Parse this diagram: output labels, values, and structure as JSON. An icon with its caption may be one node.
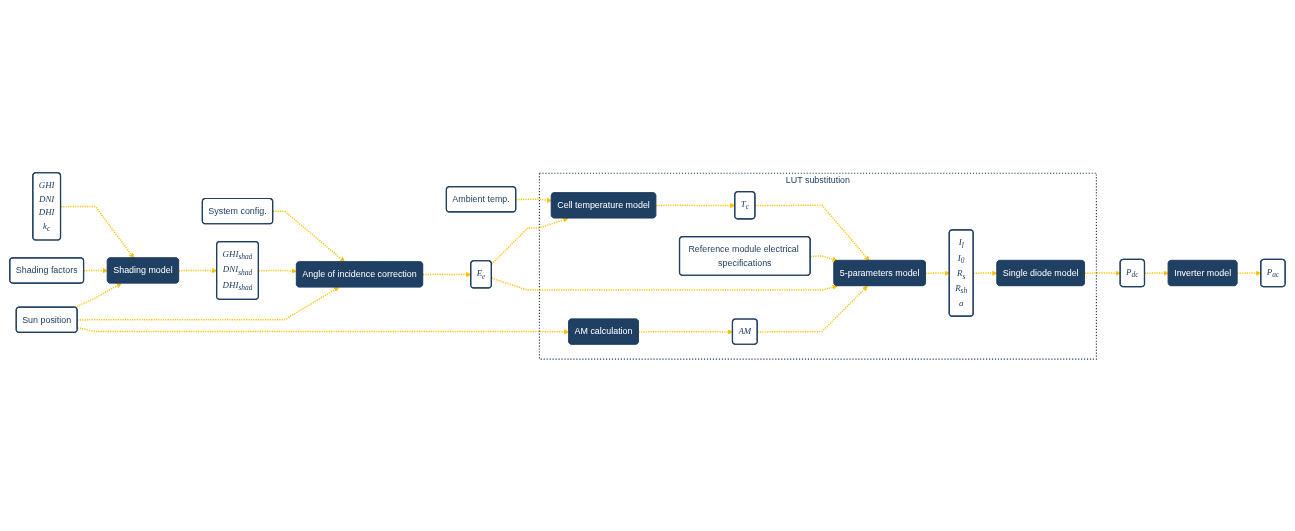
{
  "diagram": {
    "nodes": [
      {
        "text": [
          "Ambient temp."
        ]
      },
      {
        "text": [
          "System config."
        ]
      },
      {
        "text": [
          "GHI",
          "DNI",
          "DHI",
          "k$_{c}$"
        ]
      },
      {
        "text": [
          "Shading factors"
        ]
      },
      {
        "text": [
          "Sun position"
        ]
      },
      {
        "text": [
          "Shading model"
        ]
      },
      {
        "text": [
          "GHI$_{shad}$",
          "DNI$_{shad}$",
          "DHI$_{shad}$"
        ]
      },
      {
        "text": [
          "Angle of incidence correction"
        ]
      },
      {
        "text": [
          "E$_{e}$"
        ]
      },
      {
        "text": [
          "LUT substitution"
        ]
      },
      {
        "text": [
          "Cell temperature model"
        ],
        "in": 9
      },
      {
        "text": [
          "T$_{c}$"
        ],
        "in": 9
      },
      {
        "text": [
          "Reference module electrical specifications"
        ],
        "in": 9
      },
      {
        "text": [
          "5-parameters model"
        ],
        "in": 9
      },
      {
        "text": [
          "AM"
        ],
        "in": 9
      },
      {
        "text": [
          "AM calculation"
        ],
        "in": 9
      },
      {
        "text": [
          "I$_{l}$",
          "I$_{0}$",
          "R$_{s}$",
          "R$_{sh}$",
          "a"
        ],
        "in": 9
      },
      {
        "text": [
          "Single diode model"
        ],
        "in": 9
      },
      {
        "text": [
          "P$_{dc}$"
        ]
      },
      {
        "text": [
          "Inverter model"
        ]
      },
      {
        "text": [
          "P$_{ac}$"
        ]
      }
    ],
    "edges": [
      {
        "from": 0,
        "to": 10,
        "arrow": "to",
        "style": "dashed"
      },
      {
        "from": 1,
        "to": 7,
        "arrow": "to",
        "style": "dashed"
      },
      {
        "from": 2,
        "to": 5,
        "arrow": "to",
        "style": "dashed"
      },
      {
        "from": 3,
        "to": 5,
        "arrow": "to",
        "style": "dashed"
      },
      {
        "from": 4,
        "to": 5,
        "arrow": "to",
        "style": "dashed"
      },
      {
        "from": 4,
        "to": 7,
        "arrow": "to",
        "style": "dashed"
      },
      {
        "from": 4,
        "to": 15,
        "arrow": "to",
        "style": "dashed"
      },
      {
        "from": 5,
        "to": 6,
        "arrow": "to",
        "style": "dashed"
      },
      {
        "from": 6,
        "to": 7,
        "arrow": "to",
        "style": "dashed"
      },
      {
        "from": 7,
        "to": 8,
        "arrow": "to",
        "style": "dashed"
      },
      {
        "from": 8,
        "to": 10,
        "arrow": "to",
        "style": "dashed"
      },
      {
        "from": 8,
        "to": 13,
        "arrow": "to",
        "style": "dashed"
      },
      {
        "from": 10,
        "to": 11,
        "arrow": "to",
        "style": "dashed"
      },
      {
        "from": 11,
        "to": 13,
        "arrow": "to",
        "style": "dashed"
      },
      {
        "from": 12,
        "to": 13,
        "arrow": "to",
        "style": "dashed"
      },
      {
        "from": 15,
        "to": 14,
        "arrow": "to",
        "style": "dashed"
      },
      {
        "from": 14,
        "to": 13,
        "arrow": "to",
        "style": "dashed"
      },
      {
        "from": 13,
        "to": 16,
        "arrow": "to",
        "style": "dashed"
      },
      {
        "from": 16,
        "to": 17,
        "arrow": "to",
        "style": "dashed"
      },
      {
        "from": 17,
        "to": 18,
        "arrow": "to",
        "style": "dashed"
      },
      {
        "from": 18,
        "to": 19,
        "arrow": "to",
        "style": "dashed"
      },
      {
        "from": 19,
        "to": 20,
        "arrow": "to",
        "style": "dashed"
      }
    ]
  }
}
